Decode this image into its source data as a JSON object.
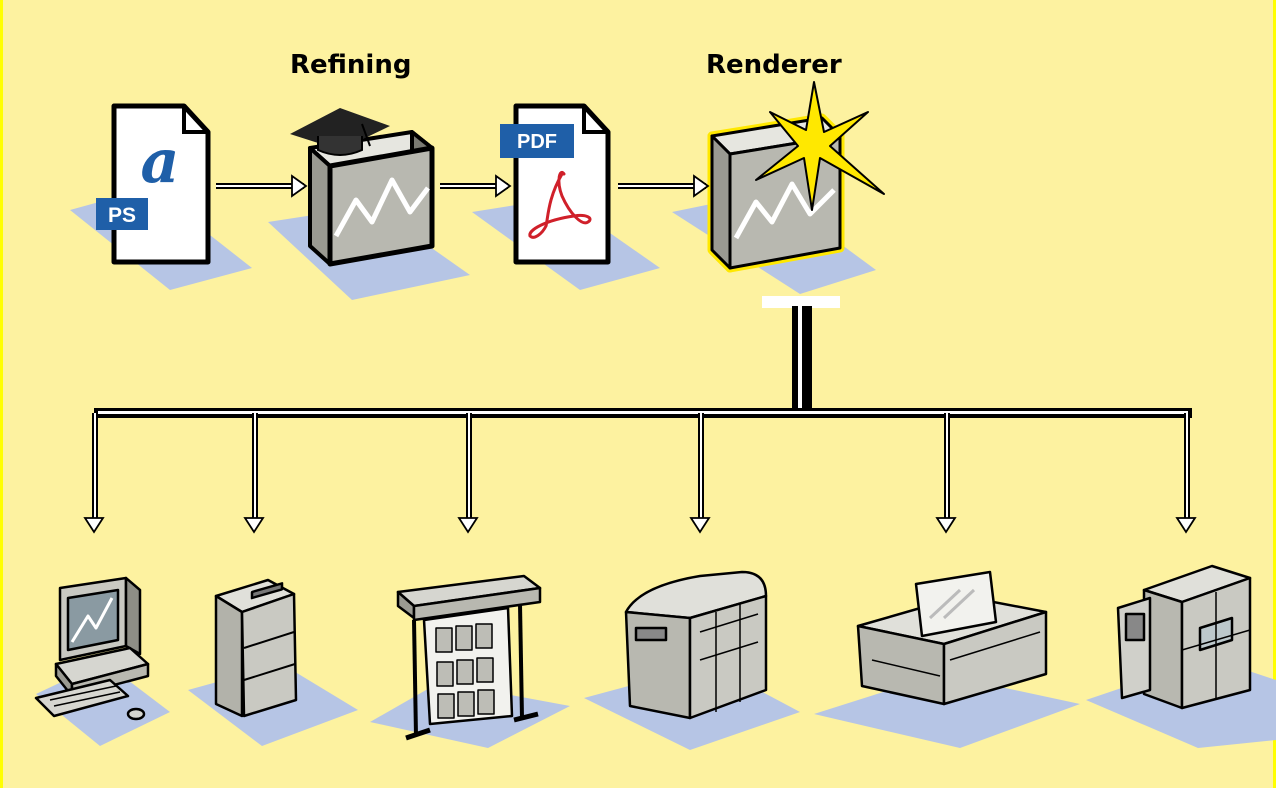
{
  "colors": {
    "background": "#fdf2a0",
    "border": "#ffff00",
    "shadow": "#b6c5e5",
    "connector": "#000000",
    "device_gray": "#b8b8b0",
    "adobe_blue": "#1f5fa8",
    "acrobat_red": "#d0202a",
    "highlight_yellow": "#ffe800"
  },
  "stages": {
    "refining_label": "Refining",
    "renderer_label": "Renderer"
  },
  "icons": {
    "ps_badge": "PS",
    "a_glyph": "a",
    "pdf_badge": "PDF"
  },
  "pipeline": [
    "postscript-file-icon",
    "refining-box-icon",
    "pdf-file-icon",
    "renderer-box-icon"
  ],
  "output_devices": [
    "desktop-computer-icon",
    "laser-printer-icon",
    "wide-format-plotter-icon",
    "proofing-printer-icon",
    "imagesetter-icon",
    "digital-press-icon"
  ]
}
